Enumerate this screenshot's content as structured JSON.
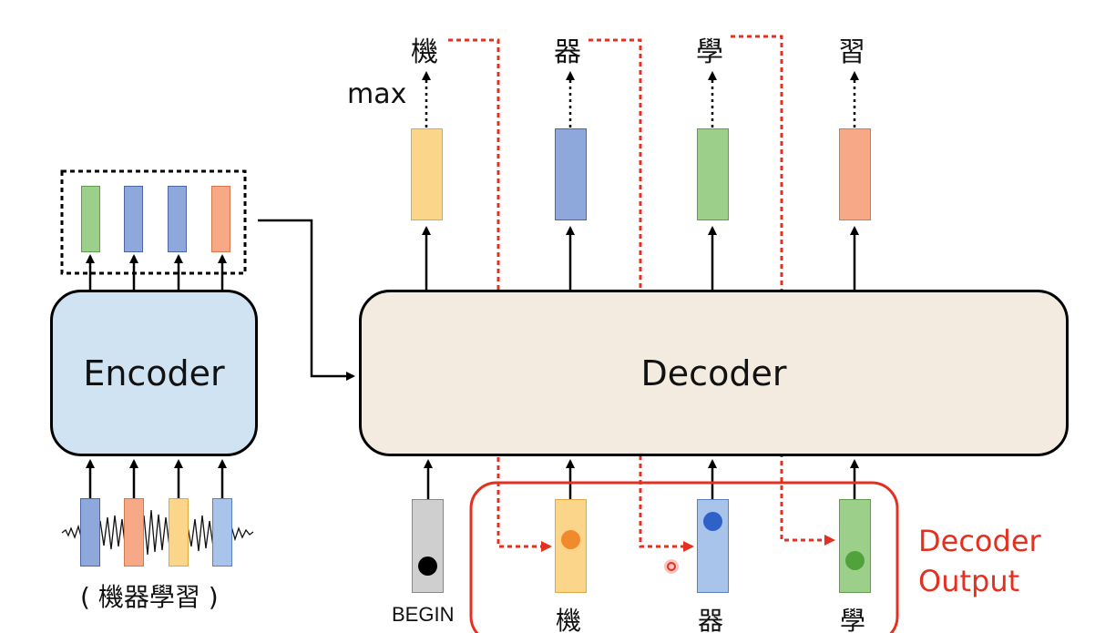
{
  "diagram": {
    "encoder_label": "Encoder",
    "decoder_label": "Decoder",
    "input_caption": "( 機器學習 )",
    "max_label": "max",
    "begin_label": "BEGIN",
    "outputs": [
      "機",
      "器",
      "學",
      "習"
    ],
    "decoder_inputs": [
      "機",
      "器",
      "學"
    ],
    "decoder_output_label_line1": "Decoder",
    "decoder_output_label_line2": "Output",
    "colors": {
      "green": "#9ccf8a",
      "blue": "#8fa8dc",
      "orange": "#f7a886",
      "yellow": "#fbd58a",
      "gray": "#cfcfcf",
      "red": "#e53020",
      "encoder_fill": "#cfe3f3",
      "decoder_fill": "#f3ebe0"
    }
  }
}
